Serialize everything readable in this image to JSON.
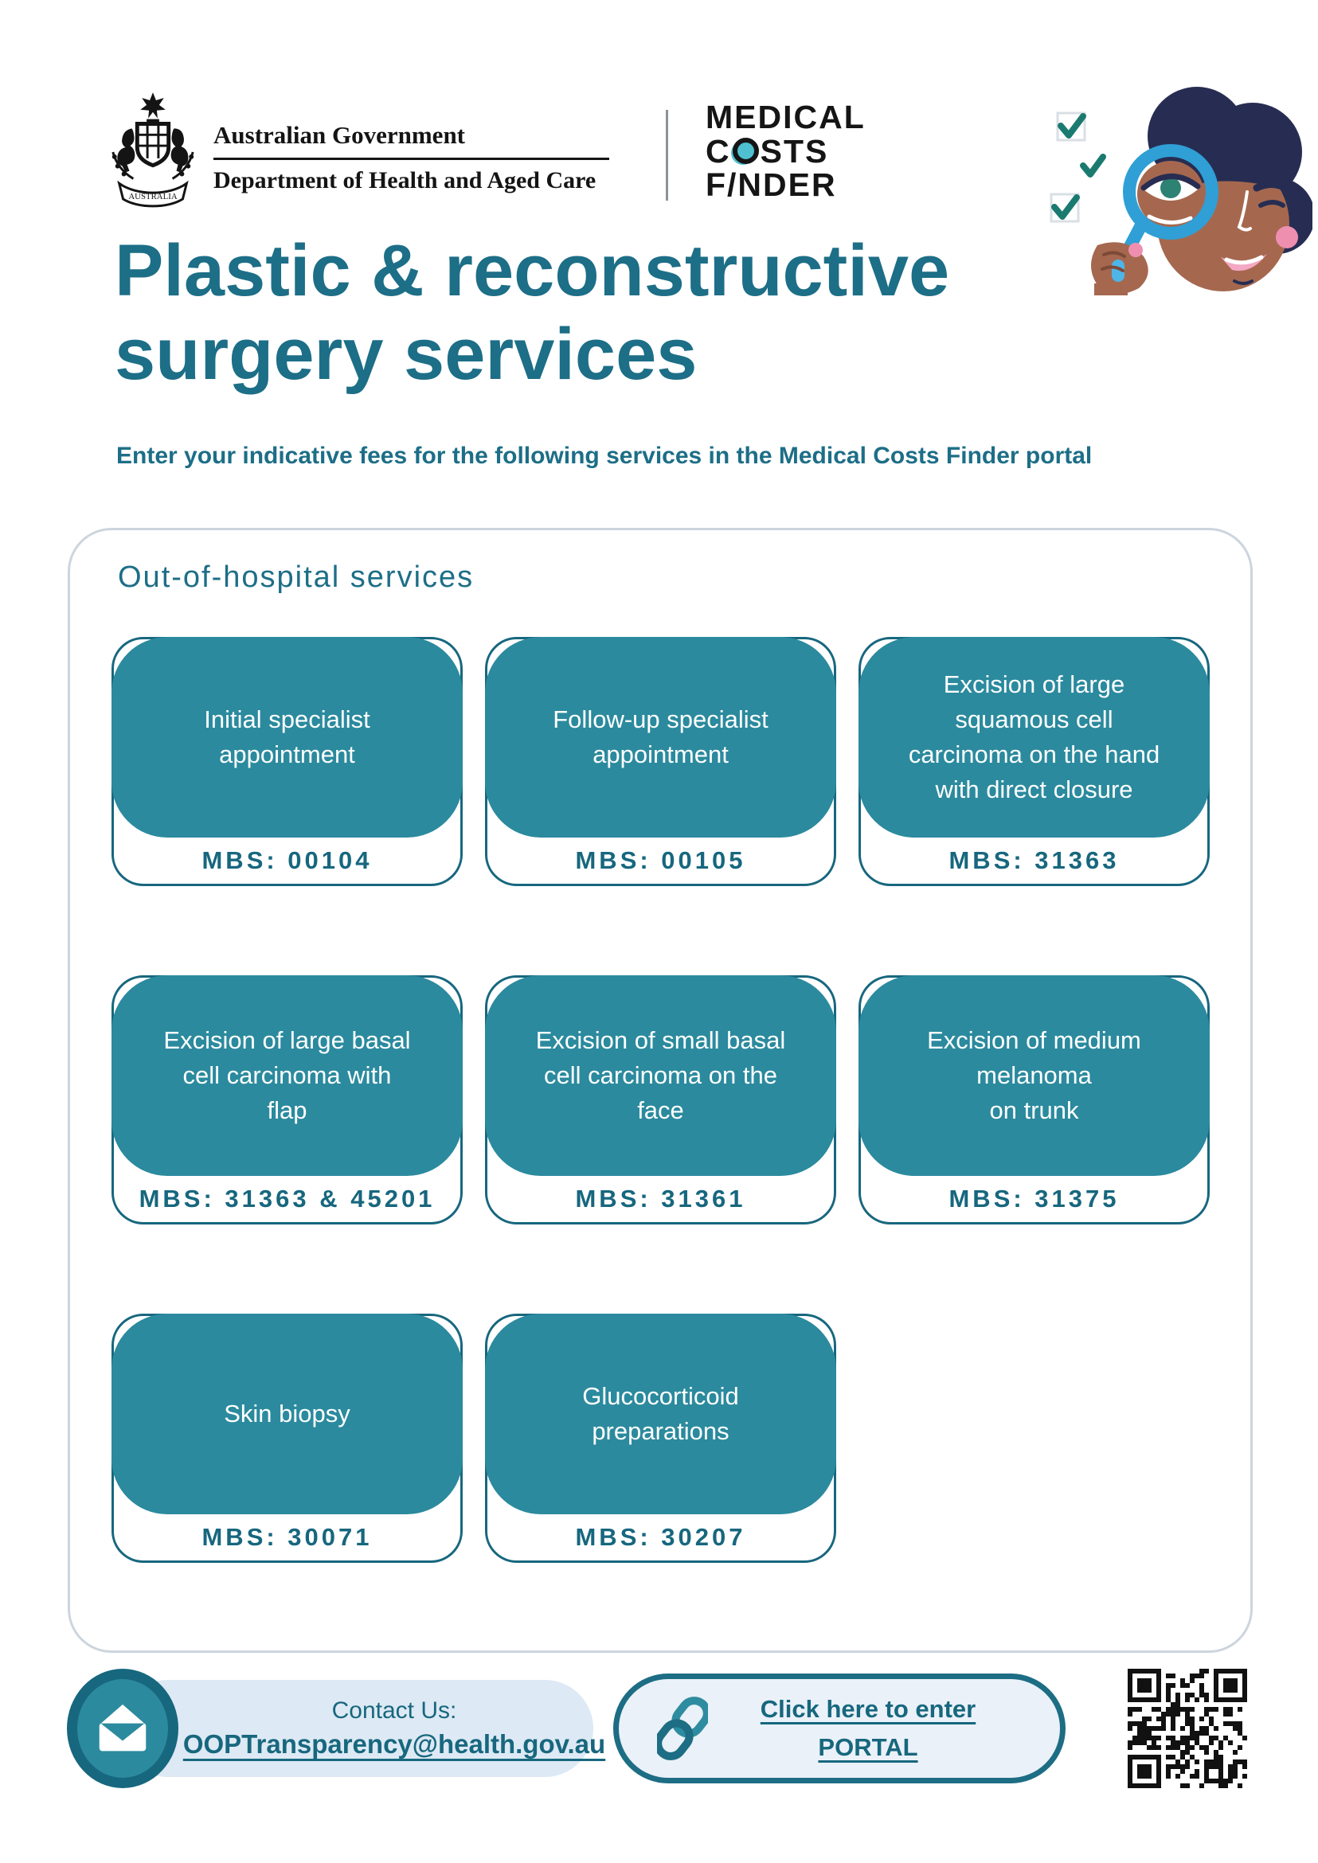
{
  "colors": {
    "teal_title": "#1d6e87",
    "teal_dark": "#17677e",
    "teal_card": "#2b8a9e",
    "logo_dot": "#4ec0cf",
    "magnifier_blue": "#2f9fd6",
    "container_border": "#ccd5de",
    "contact_pill_bg": "#dde9f4",
    "portal_pill_bg": "#eaf1f8",
    "portal_border": "#1d6d84"
  },
  "header": {
    "gov": {
      "crest_icon": "australian-coat-of-arms",
      "title": "Australian Government",
      "department": "Department of Health and Aged Care"
    },
    "logo": {
      "word1": "MEDICAL",
      "word2_pre": "C",
      "word2_post": "STS",
      "word3": "F/NDER",
      "o_dot_icon": "magnifier-lens-dot"
    },
    "illustration_icon": "woman-with-magnifying-glass-and-checklist"
  },
  "title": "Plastic & reconstructive surgery services",
  "subtitle": "Enter your indicative fees for the following services in the Medical Costs Finder portal",
  "services": {
    "heading": "Out-of-hospital services",
    "cards": [
      {
        "label": "Initial specialist\nappointment",
        "mbs": "MBS: 00104"
      },
      {
        "label": "Follow-up specialist\nappointment",
        "mbs": "MBS: 00105"
      },
      {
        "label": "Excision of large\nsquamous cell\ncarcinoma on the hand\nwith direct closure",
        "mbs": "MBS: 31363"
      },
      {
        "label": "Excision of large basal\ncell carcinoma with\nflap",
        "mbs": "MBS: 31363 & 45201"
      },
      {
        "label": "Excision of small basal\ncell carcinoma on the\nface",
        "mbs": "MBS: 31361"
      },
      {
        "label": "Excision of medium\nmelanoma\non trunk",
        "mbs": "MBS: 31375"
      },
      {
        "label": "Skin biopsy",
        "mbs": "MBS: 30071"
      },
      {
        "label": "Glucocorticoid\npreparations",
        "mbs": "MBS: 30207"
      }
    ]
  },
  "footer": {
    "contact": {
      "icon": "envelope-icon",
      "label": "Contact Us:",
      "email": "OOPTransparency@health.gov.au"
    },
    "portal": {
      "icon": "link-icon",
      "line1": "Click here to enter",
      "line2": "PORTAL"
    },
    "qr_icon": "qr-code"
  }
}
